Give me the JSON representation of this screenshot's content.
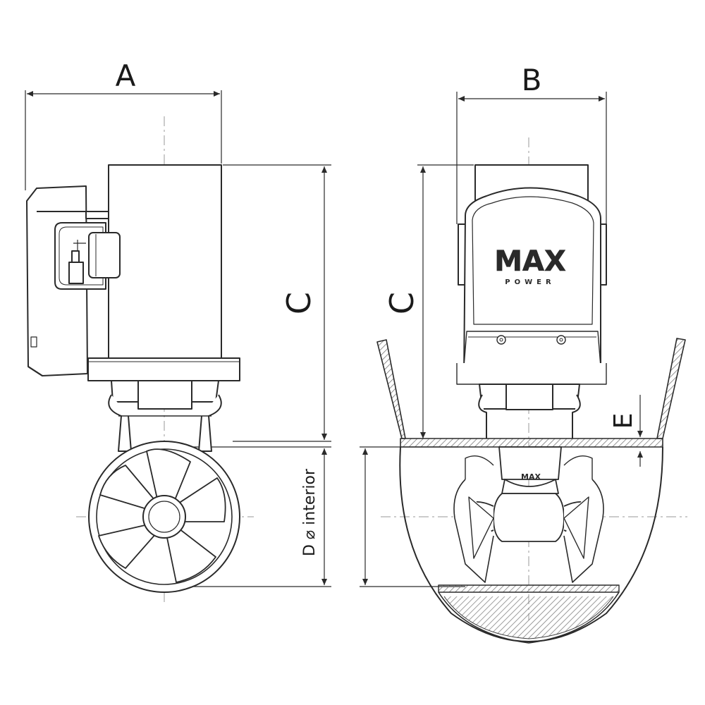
{
  "dimensions": {
    "a": "A",
    "b": "B",
    "c_side": "C",
    "c_front": "C",
    "d_interior": "D ⌀ interior",
    "e": "E"
  },
  "branding": {
    "logo_main": "MAX",
    "logo_sub": "POWER",
    "logo_small": "MAX"
  },
  "colors": {
    "line": "#2a2a2a",
    "hatch": "#8a8a8a",
    "center": "#9a9a9a"
  }
}
